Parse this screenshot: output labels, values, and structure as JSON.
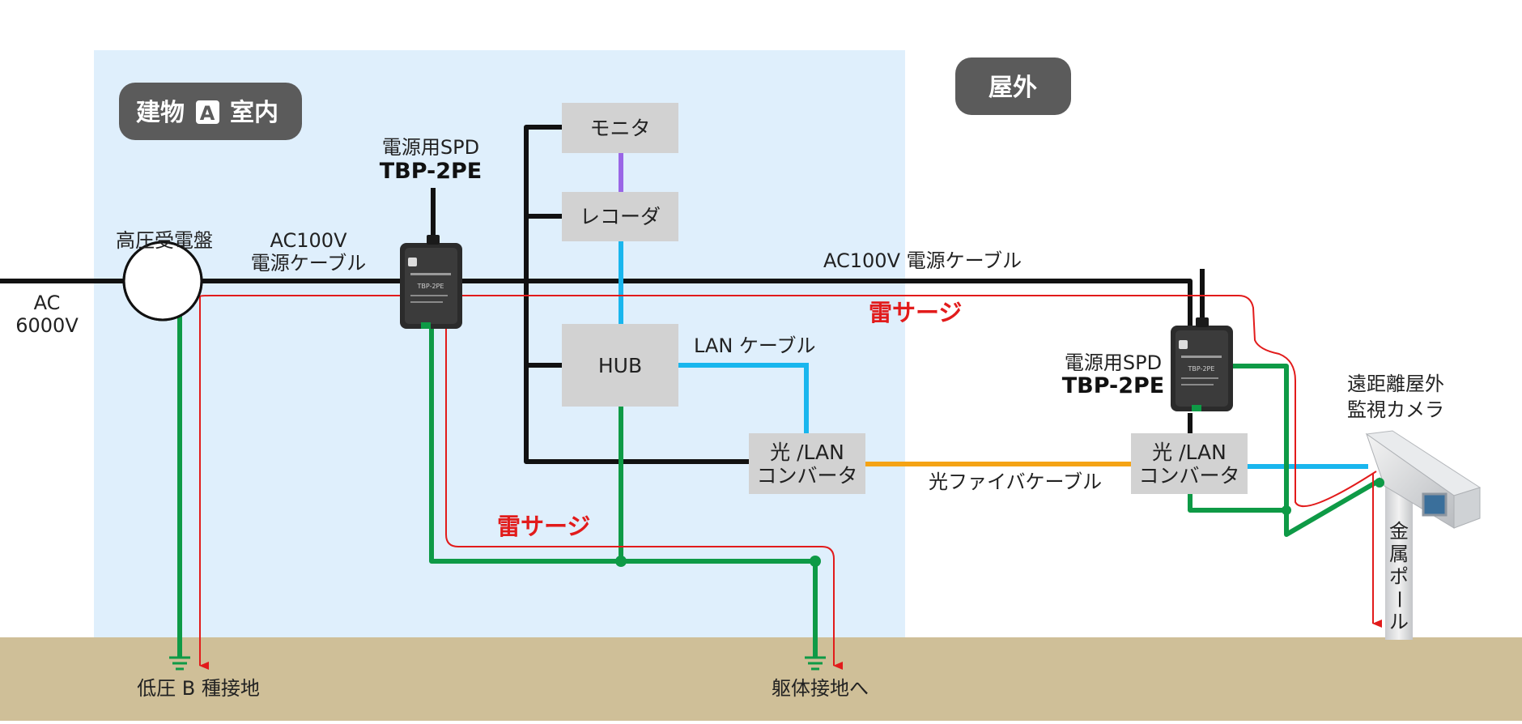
{
  "areas": {
    "indoor_label_pre": "建物",
    "indoor_label_letter": "A",
    "indoor_label_post": "室内",
    "outdoor_label": "屋外"
  },
  "power_in": {
    "line1": "AC",
    "line2": "6000V"
  },
  "transformer_label": "高圧受電盤",
  "indoor_cable": {
    "line1": "AC100V",
    "line2": "電源ケーブル"
  },
  "spd_indoor": {
    "title": "電源用SPD",
    "model": "TBP-2PE"
  },
  "spd_outdoor": {
    "title": "電源用SPD",
    "model": "TBP-2PE"
  },
  "device_print": "TBP-2PE",
  "boxes": {
    "monitor": "モニタ",
    "recorder": "レコーダ",
    "hub": "HUB",
    "converter_a": {
      "line1": "光 /LAN",
      "line2": "コンバータ"
    },
    "converter_b": {
      "line1": "光 /LAN",
      "line2": "コンバータ"
    }
  },
  "cables": {
    "outdoor_power": "AC100V 電源ケーブル",
    "lan": "LAN ケーブル",
    "fiber": "光ファイバケーブル"
  },
  "surge_labels": [
    "雷サージ",
    "雷サージ"
  ],
  "camera": {
    "line1": "遠距離屋外",
    "line2": "監視カメラ"
  },
  "pole_label": [
    "金",
    "属",
    "ポ",
    "ー",
    "ル"
  ],
  "ground": {
    "left": "低圧 B 種接地",
    "mid": "躯体接地へ"
  },
  "colors": {
    "indoor_bg": "#dfeffc",
    "ground_bg": "#cfbf98",
    "power": "#111111",
    "ground_wire": "#0e9a46",
    "surge": "#e21b1b",
    "lan": "#19b6ee",
    "fiber": "#f5a314",
    "video": "#9a66e6",
    "box": "#d2d2d2",
    "tag": "#5b5b5b"
  }
}
